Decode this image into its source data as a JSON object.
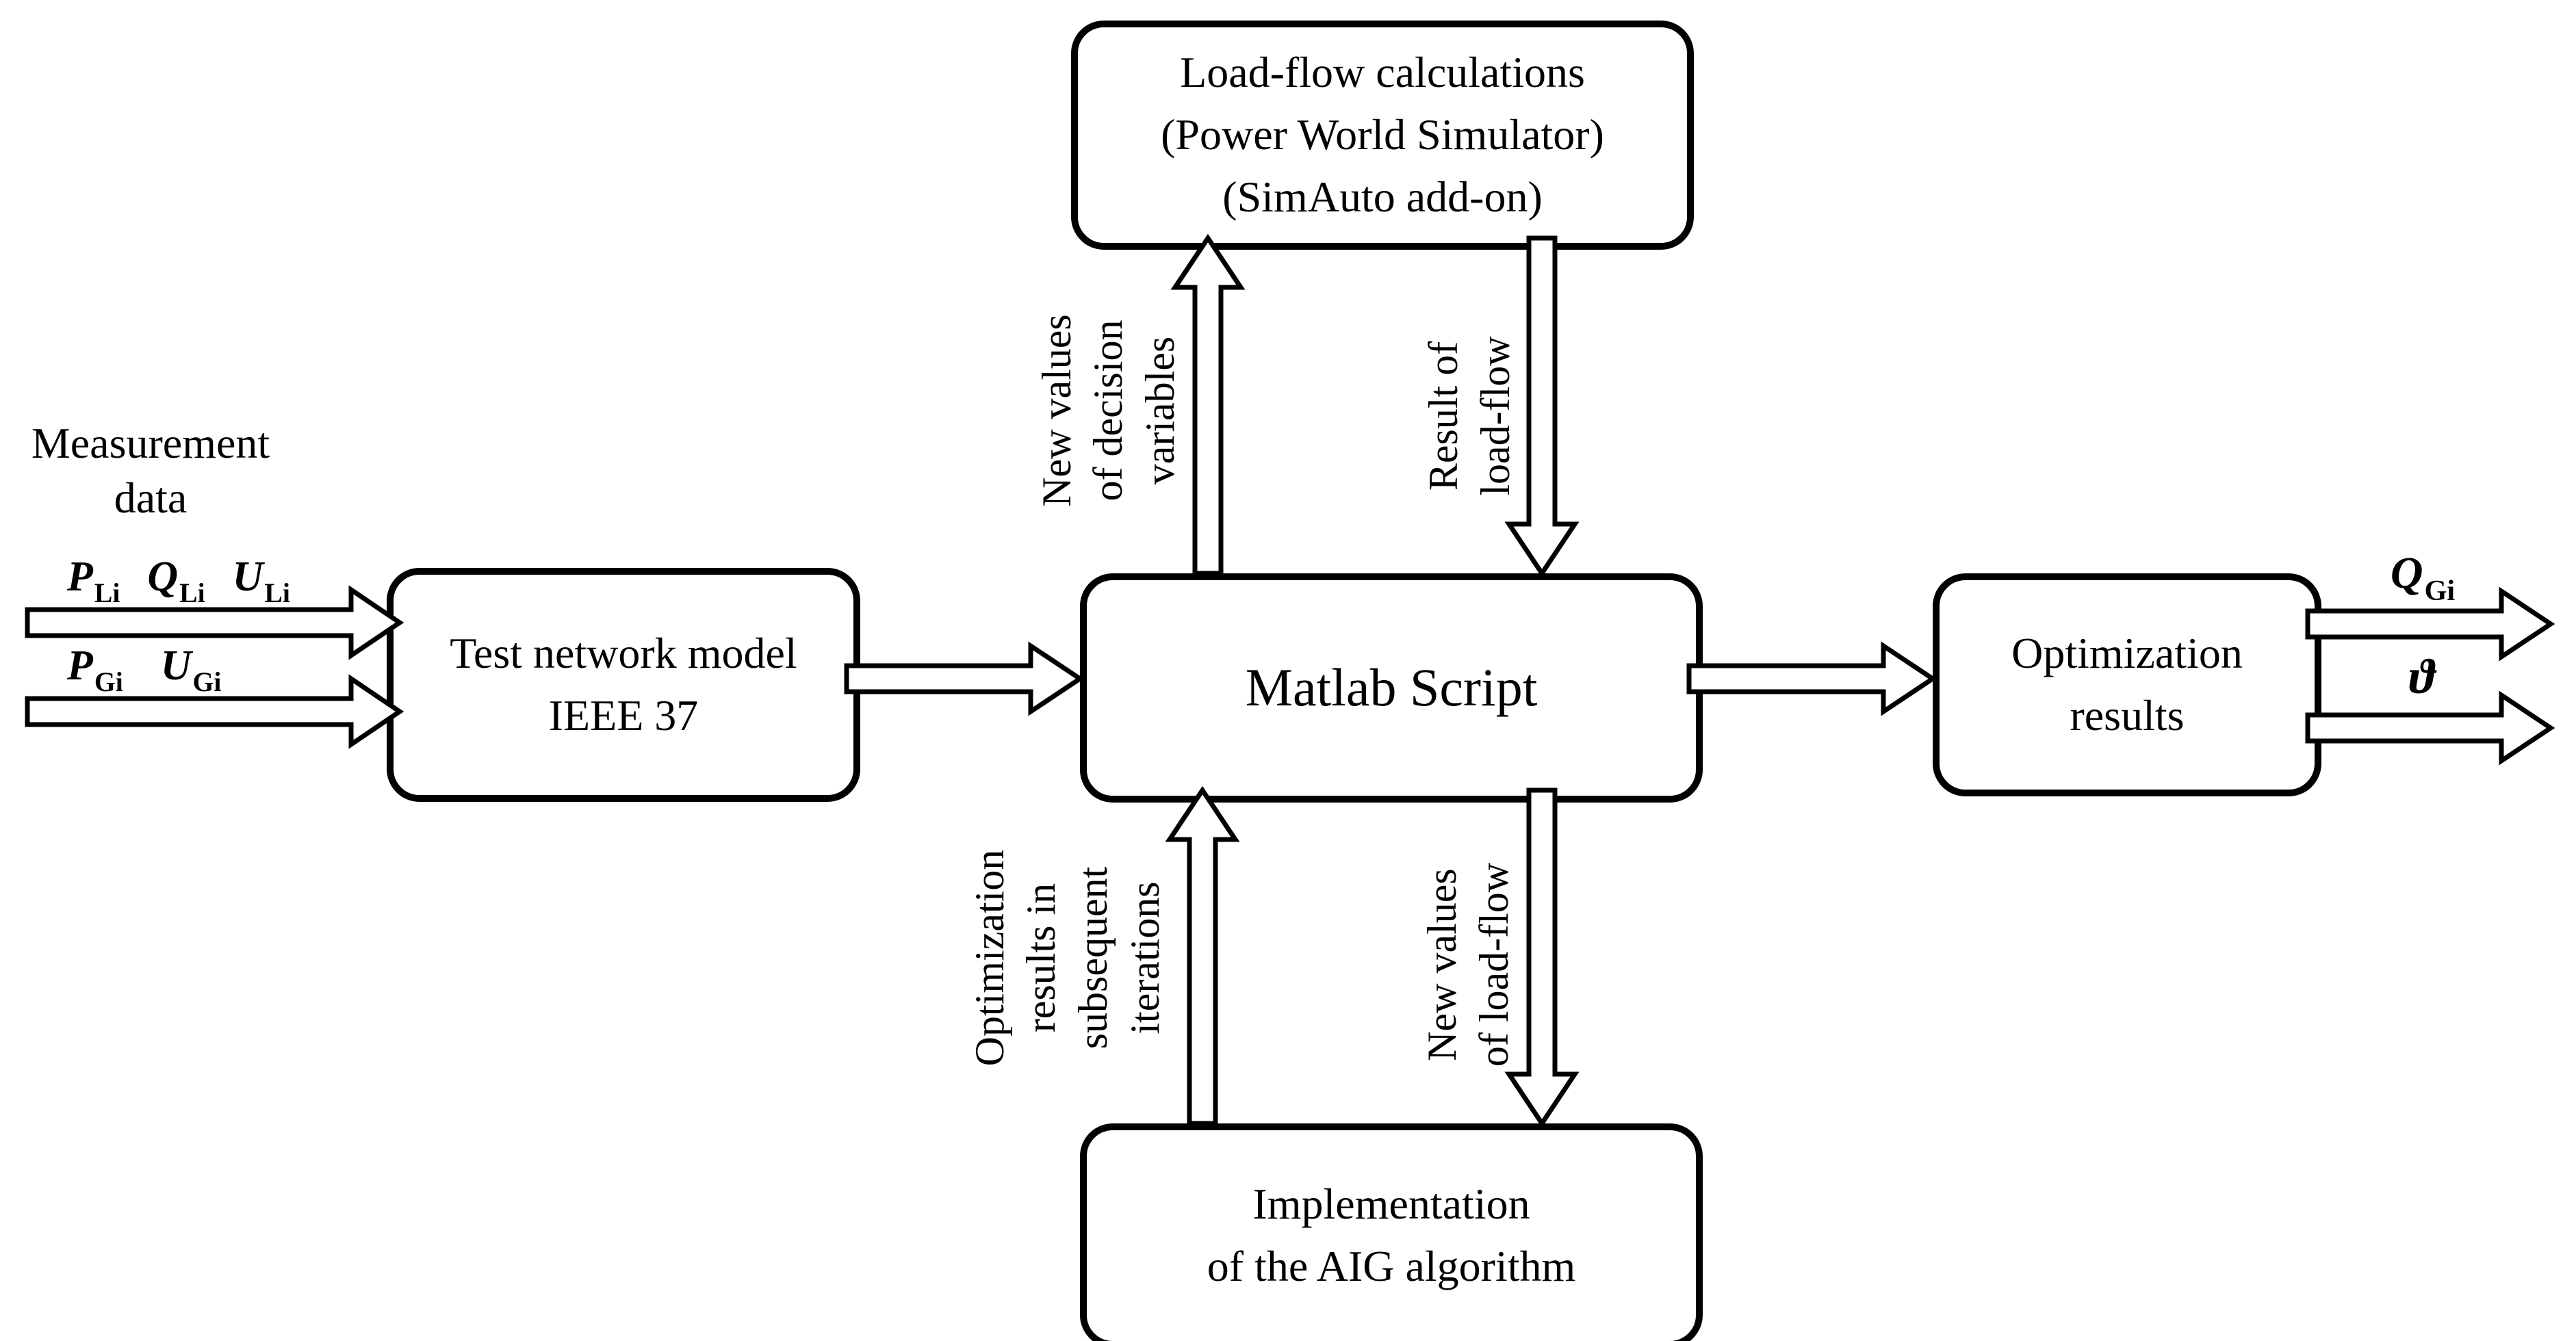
{
  "diagram": {
    "colors": {
      "line": "#000000",
      "fill": "#ffffff"
    },
    "boxes": {
      "load_flow": {
        "lines": [
          "Load-flow calculations",
          "(Power World Simulator)",
          "(SimAuto add-on)"
        ]
      },
      "test_network": {
        "lines": [
          "Test network model",
          "IEEE 37"
        ]
      },
      "matlab": {
        "lines": [
          "Matlab Script"
        ]
      },
      "optimization": {
        "lines": [
          "Optimization",
          "results"
        ]
      },
      "aig": {
        "lines": [
          "Implementation",
          "of the AIG algorithm"
        ]
      }
    },
    "flow_labels": {
      "decision_vars": {
        "lines": [
          "New values",
          "of decision",
          "variables"
        ]
      },
      "result_load_flow": {
        "lines": [
          "Result of",
          "load-flow"
        ]
      },
      "opt_iterations": {
        "lines": [
          "Optimization",
          "results in",
          "subsequent",
          "iterations"
        ]
      },
      "new_load_flow": {
        "lines": [
          "New values",
          "of load-flow"
        ]
      }
    },
    "inputs": {
      "heading": {
        "lines": [
          "Measurement",
          "data"
        ]
      },
      "row1": [
        {
          "sym": "P",
          "sub": "Li"
        },
        {
          "sym": "Q",
          "sub": "Li"
        },
        {
          "sym": "U",
          "sub": "Li"
        }
      ],
      "row2": [
        {
          "sym": "P",
          "sub": "Gi"
        },
        {
          "sym": "U",
          "sub": "Gi"
        }
      ]
    },
    "outputs": {
      "row1": {
        "sym": "Q",
        "sub": "Gi"
      },
      "row2": {
        "sym": "ϑ",
        "sub": ""
      }
    }
  }
}
